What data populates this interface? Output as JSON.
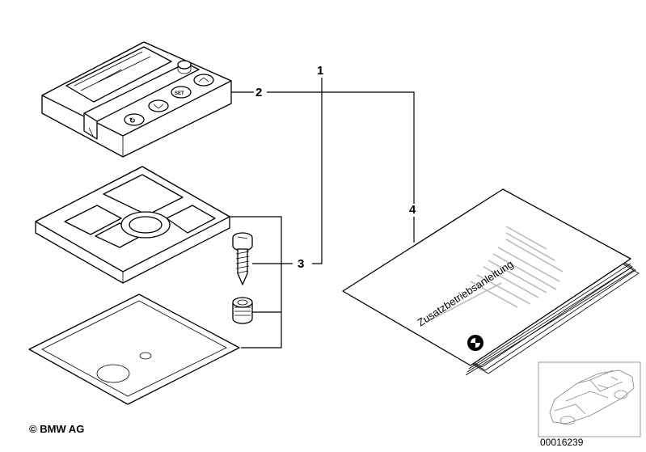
{
  "callouts": {
    "c1": "1",
    "c2": "2",
    "c3": "3",
    "c4": "4"
  },
  "manual": {
    "title": "Zusatzbetriebsanleitung"
  },
  "footer": {
    "copyright": "© BMW AG",
    "image_number": "00016239"
  },
  "timer_buttons": {
    "set": "SET"
  },
  "icons": {
    "brand_logo": "bmw-roundel-icon",
    "vehicle_thumbnail": "car-thumbnail-icon"
  }
}
